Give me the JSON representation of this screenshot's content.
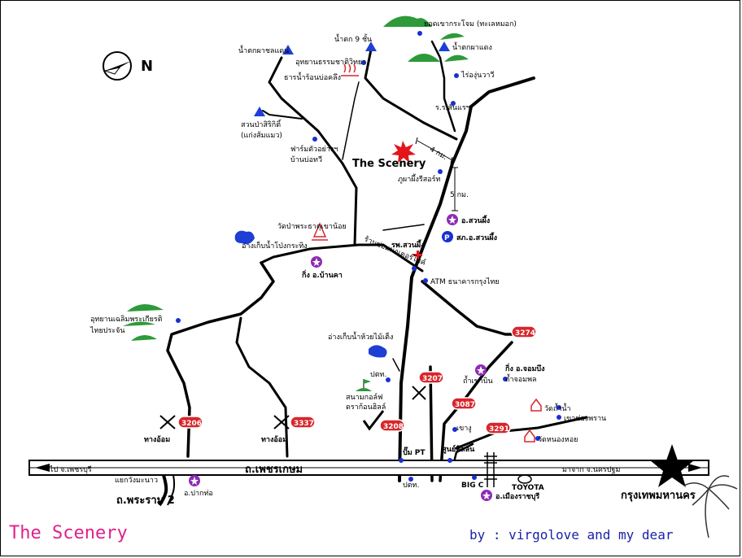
{
  "title": "The Scenery",
  "footer": {
    "left": "The Scenery",
    "right": "by : virgolove and my dear"
  },
  "compass": {
    "label": "N"
  },
  "highlight": {
    "label": "The Scenery"
  },
  "highway": {
    "name": "ถ.เพชรเกษม",
    "left_dir": "ไป จ.เพชรบุรี",
    "right_dir": "มาจาก จ.นครปฐม"
  },
  "rama2": "ถ.พระราม 2",
  "distances": {
    "d1": "4 กม.",
    "d2": "5 กม."
  },
  "route_numbers": [
    "3206",
    "3337",
    "3208",
    "3207",
    "3087",
    "3291",
    "3274"
  ],
  "places": {
    "peak": "ยอดเขากระโจม (ทะเลหมอก)",
    "waterfall9": "น้ำตก 9 ชั้น",
    "waterfall_daeng": "น้ำตกผาแดง",
    "waterfall_chon": "น้ำตกผาชลแดน",
    "hotspring1": "อุทยานธรรมชาติวิทยา",
    "hotspring2": "ธารน้ำร้อนบ่อคลึง",
    "rai": "ไร่องุ่นวาวี",
    "school": "ร.ร.สันแรฯ",
    "garden1": "สวนป่าสิริกิติ์",
    "garden2": "(แก่งส้มแมว)",
    "farm1": "ฟาร์มตัวอย่างฯ",
    "farm2": "บ้านบ่อทวี",
    "resort": "ภูผาผึ้งรีสอร์ท",
    "district_suanphueng": "อ.สวนผึ้ง",
    "police": "สภ.อ.สวนผึ้ง",
    "hospital": "รพ.สวนผึ้ง",
    "temple1": "วัดป่าพระธาตุเขาน้อย",
    "reservoir1": "อ่างเก็บน้ำโป่งกระทิง",
    "motor": "ร้านซ่อมมอเตอร์ไซค์",
    "bankhang": "กิ่ง อ.บ้านคา",
    "atm": "ATM ธนาคารกรุงไทย",
    "park1": "อุทยานเฉลิมพระเกียรติ",
    "park2": "ไทยประจัน",
    "reservoir2": "อ่างเก็บน้ำห้วยไม้เต็ง",
    "ptt1": "ปตท.",
    "golf1": "สนามกอล์ฟ",
    "golf2": "ดราก้อนฮิลล์",
    "cave": "ถ้ำเขาบิน",
    "chombueng1": "กิ่ง อ.จอมบึง",
    "chombueng2": "ถ้ำจอมพล",
    "watthamnam": "วัดถ้ำน้ำ",
    "khaochongpran": "เขาช่องพราน",
    "khaongu": "เขางู",
    "watnonghoi": "วัดหนองหอย",
    "thangom1": "ทางอ้อม",
    "thangom2": "ทางอ้อม",
    "pump": "ปั๊ม PT",
    "center": "ศูนย์พิสลัน",
    "ptt2": "ปตท.",
    "bigc": "BIG C",
    "toyota": "TOYOTA",
    "junction": "แยกวังมะนาว",
    "pakthor": "อ.ปากท่อ",
    "muang": "อ.เมืองราชบุรี",
    "bangkok": "กรุงเทพมหานคร"
  },
  "colors": {
    "route_badge": "#d7262b",
    "water": "#1d3fd6",
    "mountain": "#2e9a3a",
    "district_star": "#8e2bb3",
    "poi_dot": "#1a2fd1",
    "highlight": "#e3151b",
    "footer_left": "#e0218a",
    "footer_right": "#1a23a8"
  }
}
